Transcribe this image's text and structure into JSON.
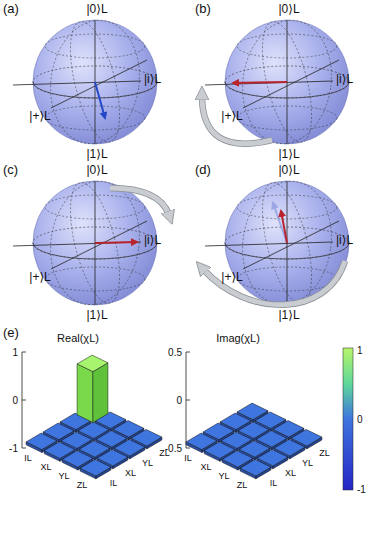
{
  "diagram": {
    "labels": [
      "(a)",
      "|0⟩L",
      "|i⟩L",
      "|+⟩L",
      "|1⟩L",
      "(b)",
      "|0⟩L",
      "|i⟩L",
      "|+⟩L",
      "|1⟩L",
      "(c)",
      "|0⟩L",
      "|i⟩L",
      "|+⟩L",
      "|1⟩L",
      "(d)",
      "|0⟩L",
      "|i⟩L",
      "|+⟩L",
      "|1⟩L",
      "(e)",
      "Real(χL)",
      "1",
      "0",
      "-1",
      "IL",
      "XL",
      "YL",
      "ZL",
      "IL",
      "XL",
      "YL",
      "ZL",
      "Imag(χL)",
      "0.5",
      "0",
      "-0.5",
      "IL",
      "XL",
      "YL",
      "ZL",
      "IL",
      "XL",
      "YL",
      "ZL",
      "1",
      "0",
      "-1"
    ]
  }
}
